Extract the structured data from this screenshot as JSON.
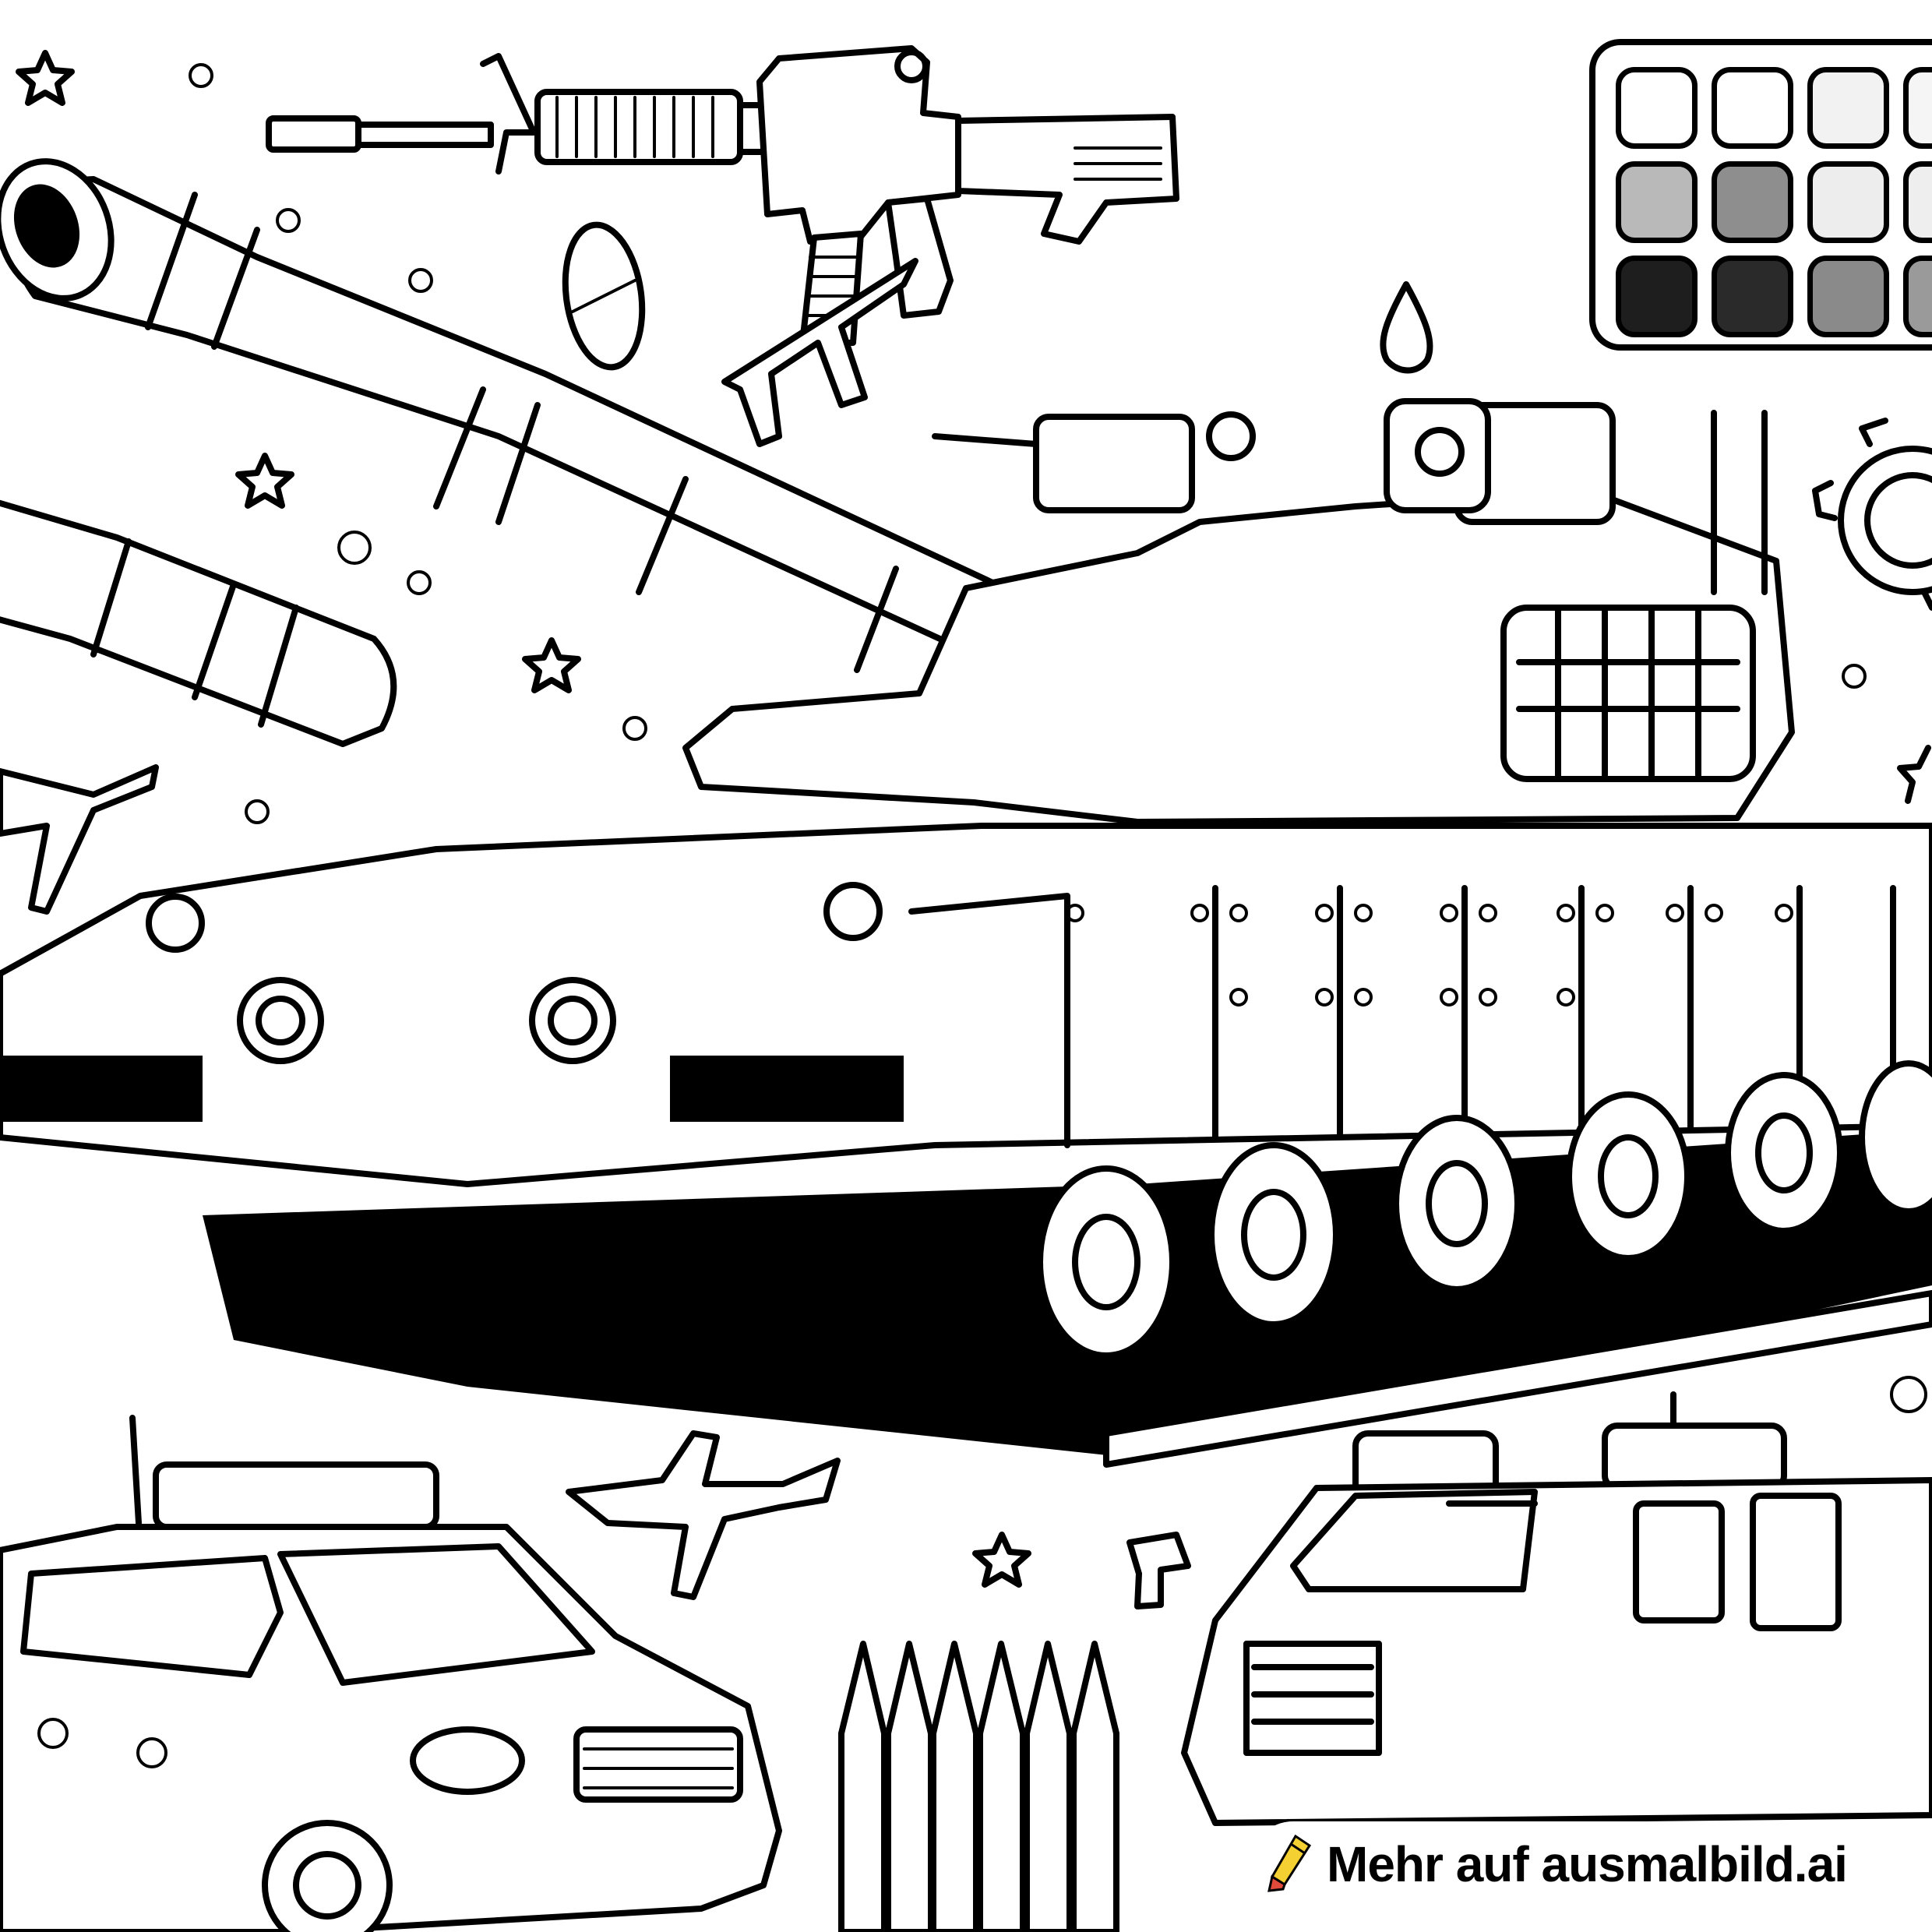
{
  "page": {
    "type": "coloring-page",
    "theme": "military vehicles",
    "background": "#ffffff",
    "line_color": "#000000"
  },
  "watermark": {
    "text": "Mehr auf ausmalbild.ai",
    "icon": "pencil-icon",
    "icon_colors": {
      "body": "#f5d033",
      "tip": "#e04a3a"
    }
  },
  "palette": {
    "rows": 3,
    "columns_visible": 4,
    "swatches": [
      "#ffffff",
      "#ffffff",
      "#f2f2f2",
      "#f5f5f5",
      "#b9b9b9",
      "#8e8e8e",
      "#ededed",
      "#eeeeee",
      "#1e1e1e",
      "#2a2a2a",
      "#8a8a8a",
      "#9a9a9a"
    ]
  },
  "scene": {
    "objects": [
      {
        "name": "main-battle-tank",
        "description": "large tracked tank with long cannon, turret, roof-mounted machine gun and sensor box, armored side skirts with bolts, 6 road wheels"
      },
      {
        "name": "assault-rifle",
        "description": "rifle with rail handguard, carry handle, magazine and collapsible stock"
      },
      {
        "name": "cannon-barrel",
        "description": "separate cylindrical barrel segment on left"
      },
      {
        "name": "fighter-jet",
        "count": 3
      },
      {
        "name": "police-suv",
        "position": "bottom-left",
        "details": "roof light bar, antenna"
      },
      {
        "name": "armored-suv",
        "position": "bottom-right",
        "details": "roof boxes, antenna, grille"
      },
      {
        "name": "crayon",
        "count": 6,
        "position": "bottom-center"
      },
      {
        "name": "star",
        "count": 5
      },
      {
        "name": "circle-decoration",
        "count": 10
      },
      {
        "name": "rugby-ball-shape",
        "count": 1
      },
      {
        "name": "drop-shape",
        "count": 1
      },
      {
        "name": "gear-emblem",
        "count": 1
      }
    ]
  }
}
